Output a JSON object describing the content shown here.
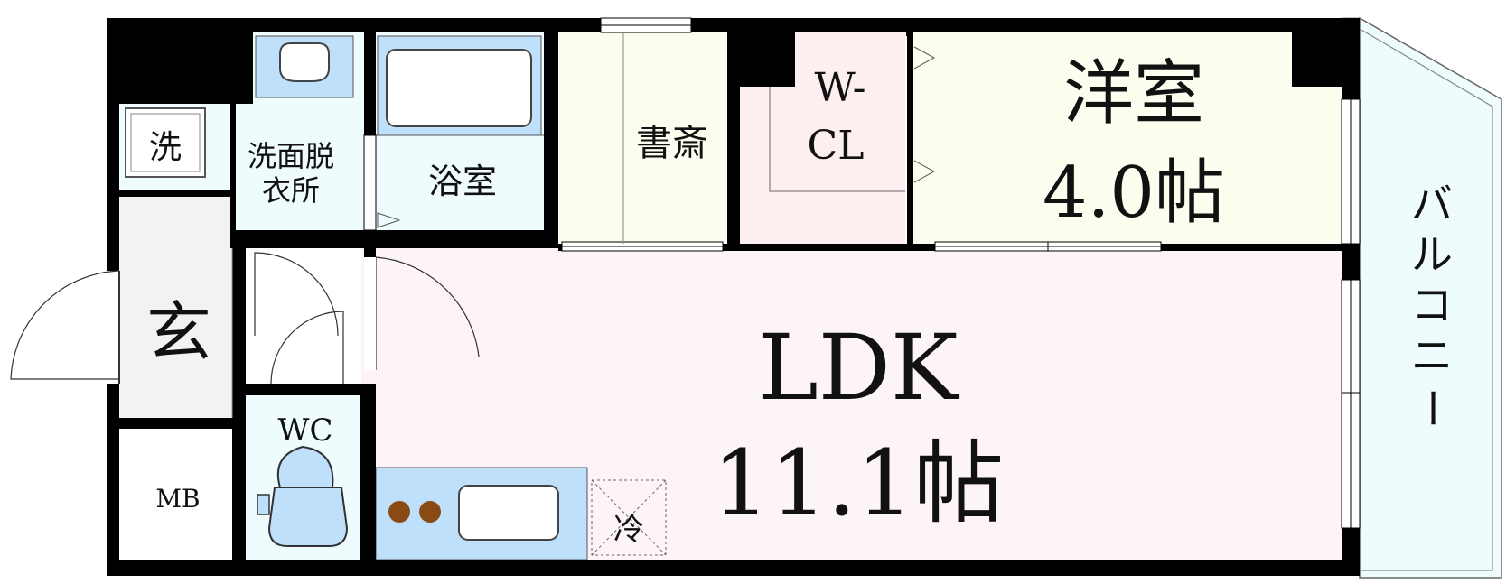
{
  "rooms": {
    "ldk": {
      "name": "LDK",
      "size": "11.1帖"
    },
    "western": {
      "name": "洋室",
      "size": "4.0帖"
    },
    "walk_in_closet": {
      "line1": "W-",
      "line2": "CL"
    },
    "study": {
      "name": "書斎"
    },
    "bathroom": {
      "name": "浴室"
    },
    "washroom": {
      "line1": "洗面脱",
      "line2": "衣所"
    },
    "washer": {
      "name": "洗"
    },
    "entrance": {
      "name": "玄"
    },
    "toilet": {
      "name": "WC"
    },
    "meter_box": {
      "name": "MB"
    },
    "fridge": {
      "name": "冷"
    },
    "balcony": {
      "chars": [
        "バ",
        "ル",
        "コ",
        "ニ",
        "ー"
      ]
    }
  },
  "colors": {
    "wall": "#000000",
    "ldk_fill": "#fdf4fa",
    "western_fill": "#fdfdef",
    "closet_fill": "#fdeef0",
    "wet_fill": "#effcfe",
    "fixture_fill": "#bfe0fa",
    "entrance_fill": "#f2f2f2",
    "stove": "#8a4a14"
  }
}
